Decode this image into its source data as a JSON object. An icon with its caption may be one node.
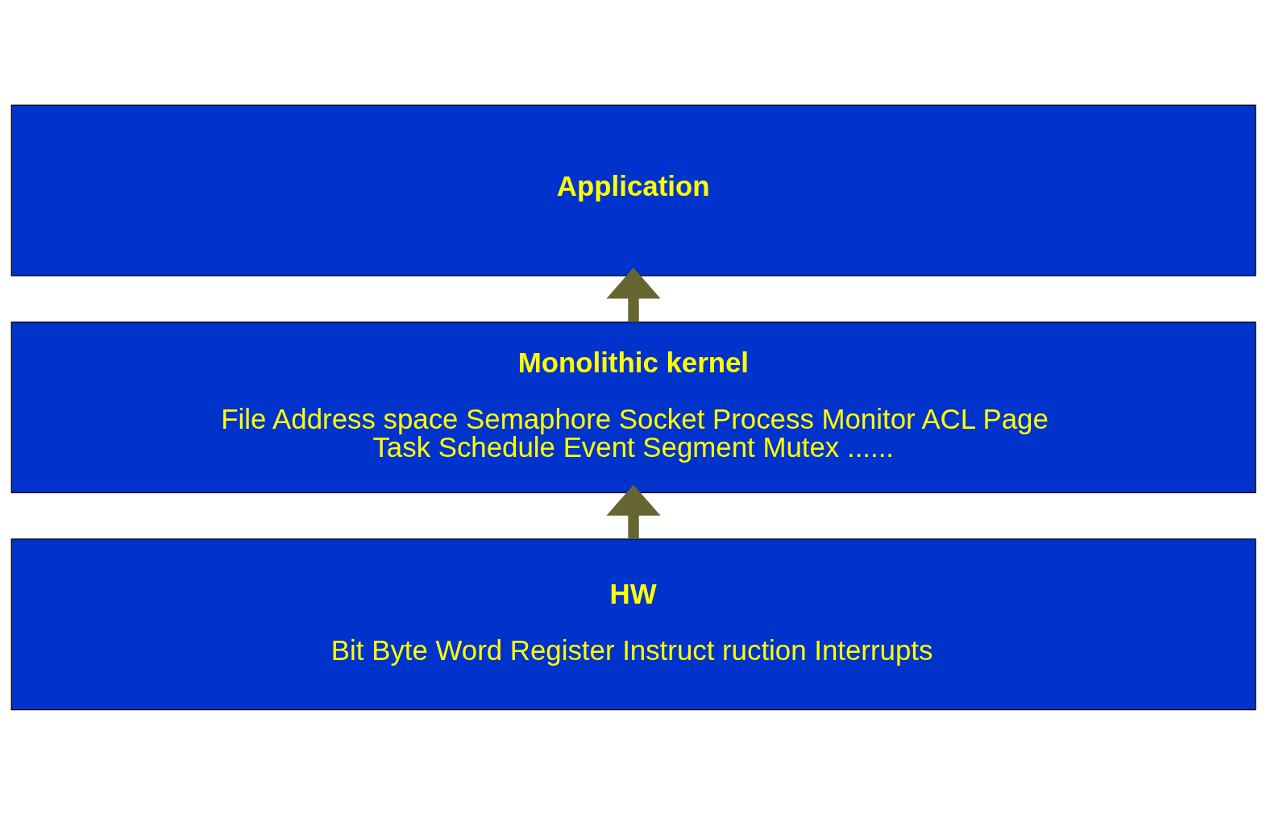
{
  "diagram": {
    "nodes": [
      {
        "text": [
          "Application"
        ]
      },
      {
        "text": [
          "Monolithic kernel",
          "File Address space Semaphore Socket Process Monitor ACL Page Task Schedule Event Segment Mutex ......"
        ]
      },
      {
        "text": [
          "HW",
          "Bit Byte Word Register Instruct ruction Interrupts"
        ]
      }
    ],
    "edges": [
      {
        "from": 2,
        "to": 1,
        "arrow": "to"
      },
      {
        "from": 1,
        "to": 0,
        "arrow": "to"
      }
    ]
  }
}
